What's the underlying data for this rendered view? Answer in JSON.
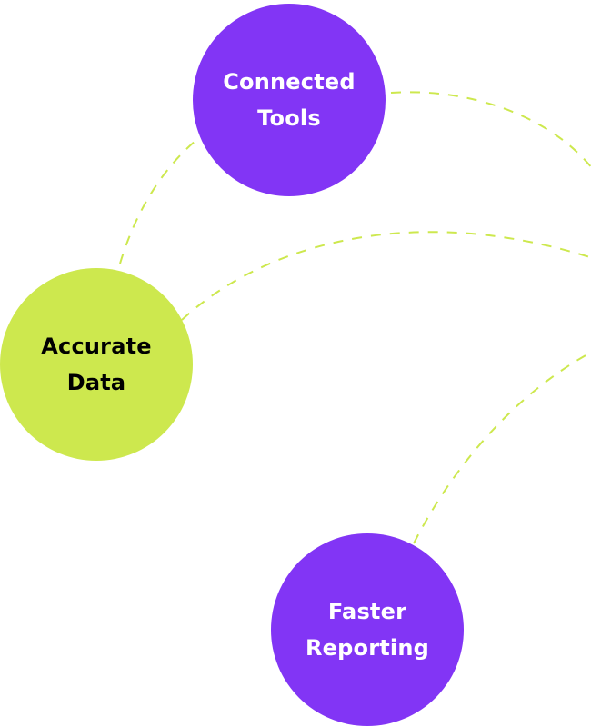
{
  "colors": {
    "primary": "#8235f5",
    "accent": "#cde84e",
    "connector": "#cde84e",
    "text_on_primary": "#ffffff",
    "text_on_accent": "#000000",
    "background": "#ffffff"
  },
  "nodes": [
    {
      "id": "connected-tools",
      "lines": [
        "Connected",
        "Tools"
      ],
      "style": "primary"
    },
    {
      "id": "accurate-data",
      "lines": [
        "Accurate",
        "Data"
      ],
      "style": "accent"
    },
    {
      "id": "faster-reporting",
      "lines": [
        "Faster",
        "Reporting"
      ],
      "style": "primary"
    }
  ],
  "connectors": [
    {
      "from": "accurate-data",
      "to": "connected-tools",
      "style": "dashed"
    },
    {
      "from": "connected-tools",
      "to": "off-canvas-right",
      "style": "dashed"
    },
    {
      "from": "accurate-data",
      "to": "off-canvas-right",
      "style": "dashed"
    },
    {
      "from": "faster-reporting",
      "to": "off-canvas-right",
      "style": "dashed"
    }
  ]
}
